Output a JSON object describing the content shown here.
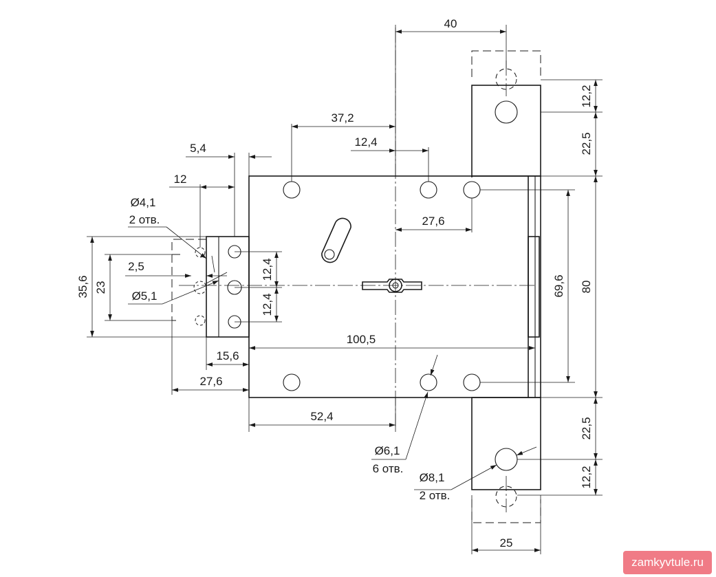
{
  "dims": {
    "top_40": "40",
    "d37_2": "37,2",
    "d12_4_top": "12,4",
    "d5_4": "5,4",
    "d12": "12",
    "d27_6_inner": "27,6",
    "d12_2_top": "12,2",
    "d22_5_top": "22,5",
    "d69_6": "69,6",
    "d80": "80",
    "d35_6": "35,6",
    "d23": "23",
    "d2_5": "2,5",
    "d12_4_a": "12,4",
    "d12_4_b": "12,4",
    "d100_5": "100,5",
    "d15_6": "15,6",
    "d27_6_bottom": "27,6",
    "d52_4": "52,4",
    "d22_5_bottom": "22,5",
    "d12_2_bottom": "12,2",
    "d25": "25"
  },
  "callouts": {
    "hole41_dia": "Ø4,1",
    "hole41_count": "2 отв.",
    "hole51_dia": "Ø5,1",
    "hole61_dia": "Ø6,1",
    "hole61_count": "6 отв.",
    "hole81_dia": "Ø8,1",
    "hole81_count": "2 отв."
  },
  "watermark": "zamkyvtule.ru"
}
